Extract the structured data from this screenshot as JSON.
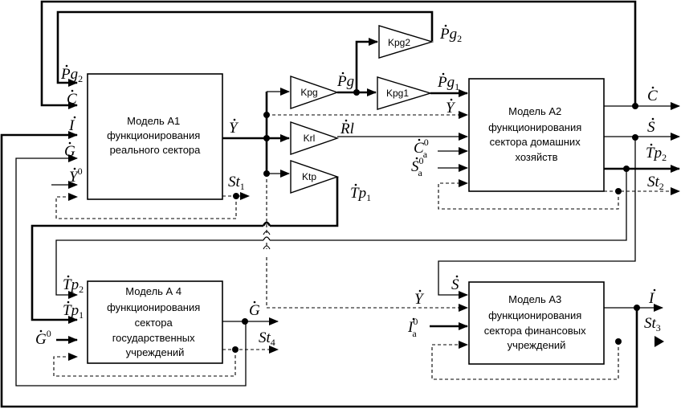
{
  "blocks": {
    "a1": {
      "lines": [
        "Модель А1",
        "функционирования",
        "реального сектора"
      ]
    },
    "a2": {
      "lines": [
        "Модель А2",
        "функционирования",
        "сектора домашних",
        "хозяйств"
      ]
    },
    "a3": {
      "lines": [
        "Модель А3",
        "функционирования",
        "сектора финансовых",
        "учреждений"
      ]
    },
    "a4": {
      "lines": [
        "Модель А 4",
        "функционирования",
        "сектора",
        "государственных",
        "учреждений"
      ]
    }
  },
  "gains": {
    "kpg": "Kpg",
    "kpg1": "Kpg1",
    "kpg2": "Kpg2",
    "krl": "Krl",
    "ktp": "Ktp"
  },
  "signals": {
    "pg2_top": {
      "base": "Pg",
      "sub": "2"
    },
    "pg": {
      "base": "Pg"
    },
    "pg1": {
      "base": "Pg",
      "sub": "1"
    },
    "y_a2": {
      "base": "Y"
    },
    "y_a1_out": {
      "base": "Y"
    },
    "rl": {
      "base": "Rl"
    },
    "ca0": {
      "base": "C",
      "sup": "0",
      "sub": "a"
    },
    "sa0": {
      "base": "S",
      "sup": "0",
      "sub": "a"
    },
    "tp1_out": {
      "base": "Tp",
      "sub": "1"
    },
    "a1_in_pg2": {
      "base": "Pg",
      "sub": "2"
    },
    "a1_in_c": {
      "base": "C"
    },
    "a1_in_i": {
      "base": "I"
    },
    "a1_in_g": {
      "base": "G"
    },
    "a1_in_y0": {
      "base": "Y",
      "sup": "0"
    },
    "st1": {
      "base": "St",
      "sub": "1"
    },
    "a2_out_c": {
      "base": "C"
    },
    "a2_out_s": {
      "base": "S"
    },
    "a2_out_tp2": {
      "base": "Tp",
      "sub": "2"
    },
    "st2": {
      "base": "St",
      "sub": "2"
    },
    "a4_in_tp2": {
      "base": "Tp",
      "sub": "2"
    },
    "a4_in_tp1": {
      "base": "Tp",
      "sub": "1"
    },
    "a4_in_g0": {
      "base": "G",
      "sup": "0"
    },
    "a4_out_g": {
      "base": "G"
    },
    "st4": {
      "base": "St",
      "sub": "4"
    },
    "a3_in_s": {
      "base": "S"
    },
    "a3_in_y": {
      "base": "Y"
    },
    "a3_in_ia0": {
      "base": "I",
      "sup": "0",
      "sub": "a"
    },
    "a3_out_i": {
      "base": "I"
    },
    "st3": {
      "base": "St",
      "sub": "3"
    }
  }
}
